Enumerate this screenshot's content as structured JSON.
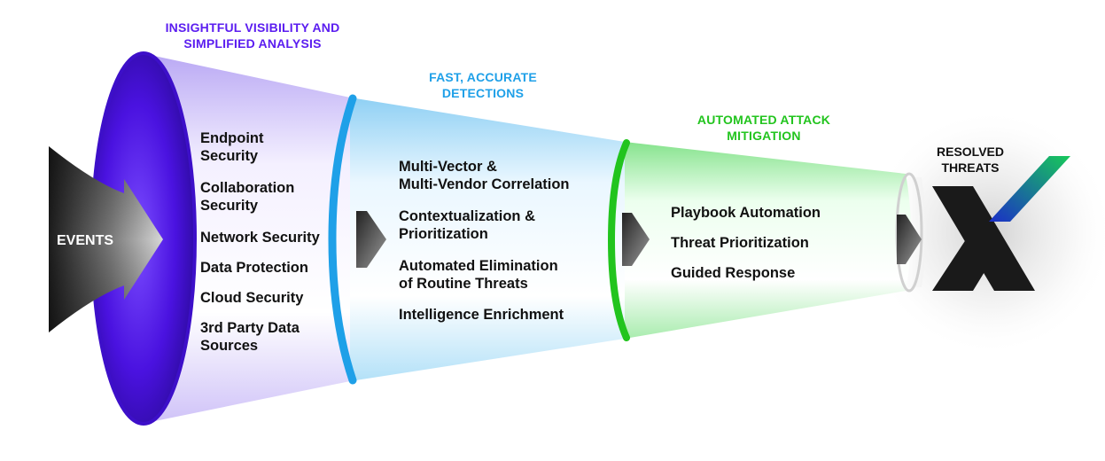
{
  "colors": {
    "stage1": "#5b1df0",
    "stage2": "#1fa0e8",
    "stage3": "#22c41e",
    "logo_gradient_start": "#1b2ec8",
    "logo_gradient_end": "#17c95a"
  },
  "input": {
    "label": "EVENTS"
  },
  "stages": [
    {
      "heading": "INSIGHTFUL VISIBILITY AND\nSIMPLIFIED ANALYSIS",
      "items": [
        "Endpoint\nSecurity",
        "Collaboration\nSecurity",
        "Network Security",
        "Data Protection",
        "Cloud Security",
        "3rd Party Data\nSources"
      ]
    },
    {
      "heading": "FAST, ACCURATE\nDETECTIONS",
      "items": [
        "Multi-Vector &\nMulti-Vendor Correlation",
        "Contextualization &\nPrioritization",
        "Automated Elimination\nof Routine Threats",
        "Intelligence Enrichment"
      ]
    },
    {
      "heading": "AUTOMATED ATTACK\nMITIGATION",
      "items": [
        "Playbook Automation",
        "Threat Prioritization",
        "Guided Response"
      ]
    }
  ],
  "output": {
    "label": "RESOLVED\nTHREATS",
    "logo_icon": "x-logo-icon"
  }
}
